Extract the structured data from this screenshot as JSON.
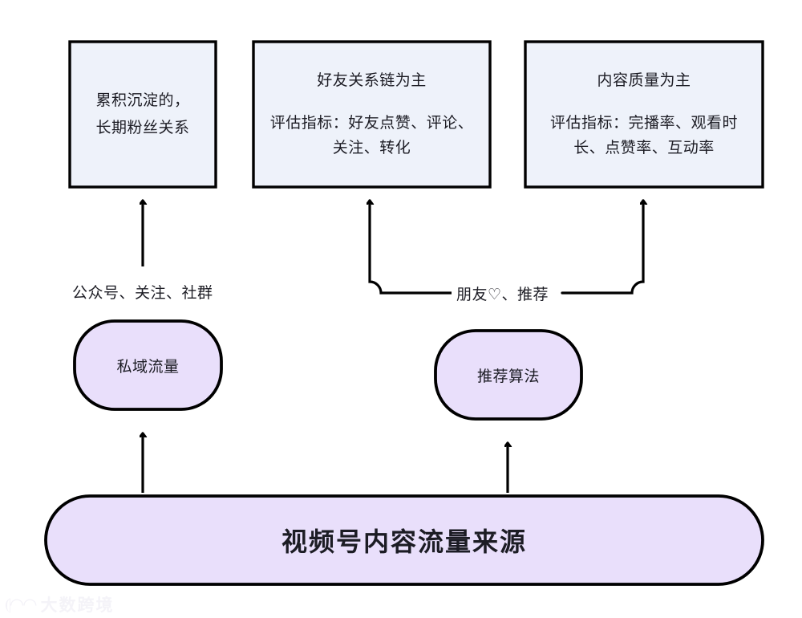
{
  "diagram": {
    "title_node": {
      "label": "视频号内容流量来源"
    },
    "source_nodes": [
      {
        "id": "private-traffic",
        "label": "私域流量"
      },
      {
        "id": "recommend-algorithm",
        "label": "推荐算法"
      }
    ],
    "outcome_boxes": [
      {
        "id": "accumulate",
        "title": "",
        "body_lines": [
          "累积沉淀的，",
          "长期粉丝关系"
        ]
      },
      {
        "id": "friend-relation",
        "title": "好友关系链为主",
        "body_lines": [
          "评估指标：好友点赞、评论、",
          "关注、转化"
        ]
      },
      {
        "id": "content-quality",
        "title": "内容质量为主",
        "body_lines": [
          "评估指标：完播率、观看时",
          "长、点赞率、互动率"
        ]
      }
    ],
    "edge_labels": [
      {
        "id": "private-channels",
        "text": "公众号、关注、社群"
      },
      {
        "id": "algo-channels",
        "text": "朋友♡、推荐"
      }
    ]
  },
  "watermark": {
    "mark": "⦇◠◠",
    "text": "大数跨境"
  },
  "colors": {
    "box_fill": "#eef2fa",
    "pill_fill": "#e9dffb",
    "stroke": "#000000",
    "text": "#1c1c24",
    "background": "#ffffff"
  }
}
